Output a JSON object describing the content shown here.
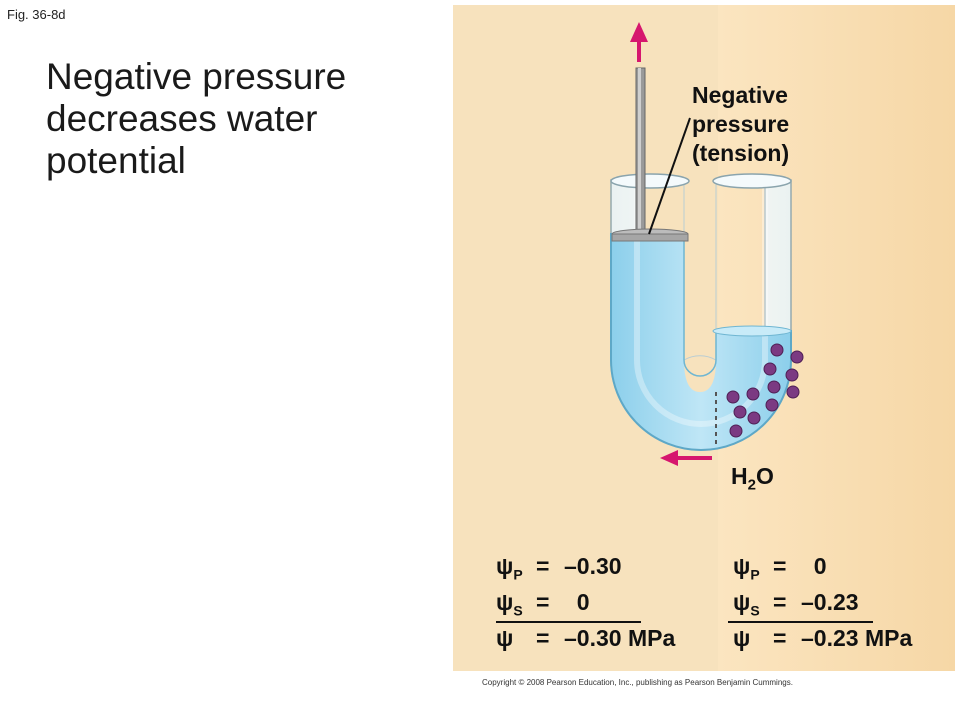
{
  "fig_label": "Fig. 36-8d",
  "title": "Negative pressure decreases water potential",
  "callout": [
    "Negative",
    "pressure",
    "(tension)"
  ],
  "water": {
    "main": "H",
    "sub": "2",
    "tail": "O"
  },
  "left_values": [
    {
      "sym": "ψ",
      "sub": "P",
      "eq": "=",
      "val": "–0.30"
    },
    {
      "sym": "ψ",
      "sub": "S",
      "eq": "=",
      "val": "  0"
    },
    {
      "sym": "ψ",
      "sub": "",
      "eq": "=",
      "val": "–0.30 MPa"
    }
  ],
  "right_values": [
    {
      "sym": "ψ",
      "sub": "P",
      "eq": "=",
      "val": "  0"
    },
    {
      "sym": "ψ",
      "sub": "S",
      "eq": "=",
      "val": "–0.23"
    },
    {
      "sym": "ψ",
      "sub": "",
      "eq": "=",
      "val": "–0.23 MPa"
    }
  ],
  "copyright": "Copyright © 2008 Pearson Education, Inc., publishing as Pearson Benjamin Cummings.",
  "colors": {
    "arrow": "#d6166e",
    "water": "#9fd6ee",
    "solute": "#7b3a82",
    "panel_left": "#f7e2bd",
    "panel_right": "#f6d7a6"
  }
}
